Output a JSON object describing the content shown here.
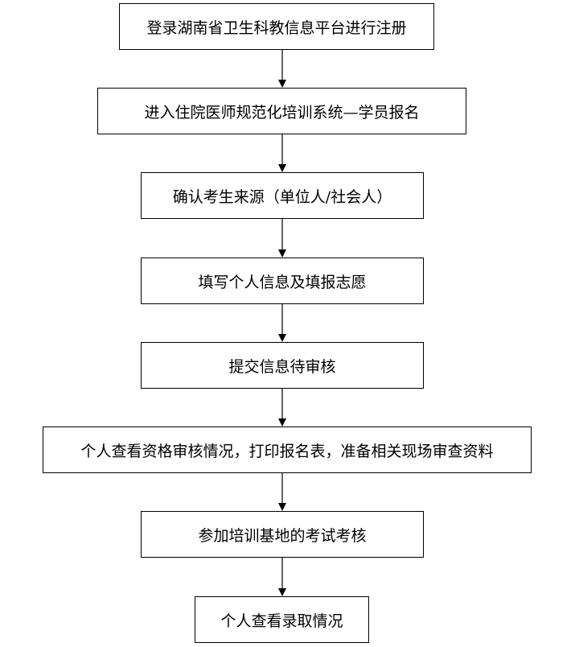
{
  "flowchart": {
    "steps": [
      {
        "label": "登录湖南省卫生科教信息平台进行注册"
      },
      {
        "label": "进入住院医师规范化培训系统—学员报名"
      },
      {
        "label": "确认考生来源（单位人/社会人）"
      },
      {
        "label": "填写个人信息及填报志愿"
      },
      {
        "label": "提交信息待审核"
      },
      {
        "label": "个人查看资格审核情况，打印报名表，准备相关现场审查资料"
      },
      {
        "label": "参加培训基地的考试考核"
      },
      {
        "label": "个人查看录取情况"
      }
    ],
    "colors": {
      "border": "#000000",
      "text": "#000000",
      "background": "#ffffff"
    }
  }
}
